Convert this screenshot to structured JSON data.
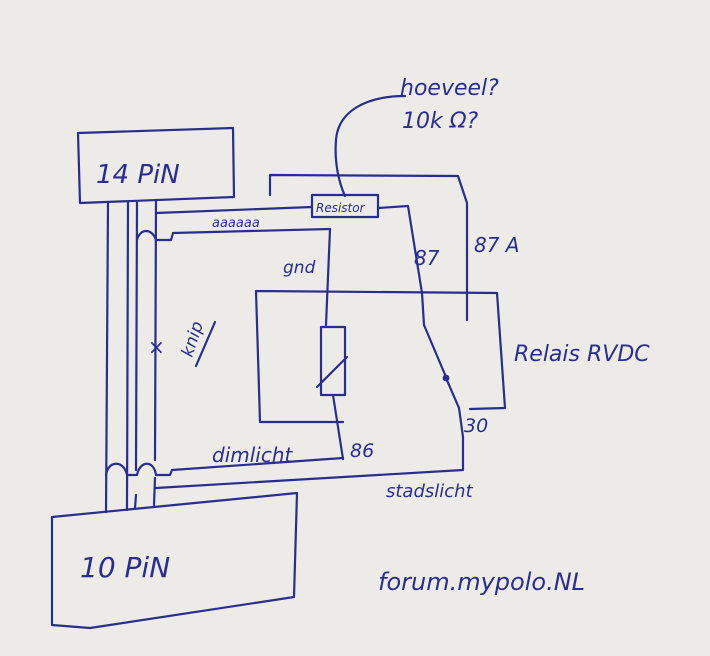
{
  "labels": {
    "pin14": "14 PiN",
    "pin10": "10 PiN",
    "question": "hoeveel?",
    "resistance": "10k Ω?",
    "resistor": "Resistor",
    "scribble": "aaaaaa",
    "gnd": "gnd",
    "pin87": "87",
    "pin87a": "87 A",
    "relay": "Relais RVDC",
    "knip": "knip",
    "knip_mark": "×",
    "pin30": "30",
    "pin86": "86",
    "dimlicht": "dimlicht",
    "stadslicht": "stadslicht",
    "watermark": "forum.mypolo.NL"
  },
  "colors": {
    "ink": "#2a2d8e",
    "paper": "#ecebe7"
  }
}
